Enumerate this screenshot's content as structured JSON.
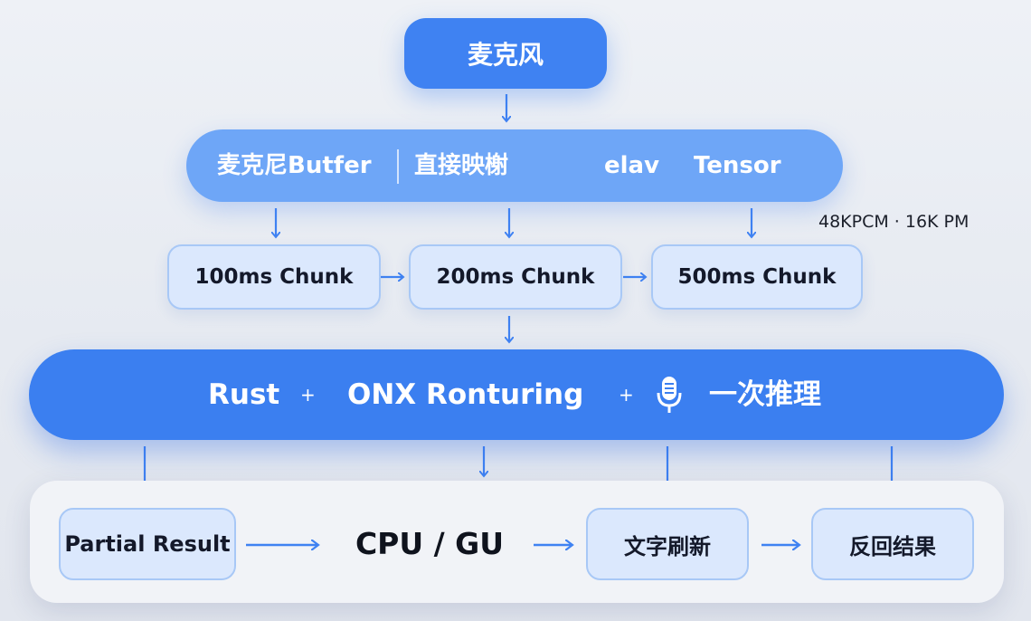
{
  "top_node": {
    "label": "麦克风"
  },
  "buffer_bar": {
    "items": [
      "麦克尼Butfer",
      "直接映榭",
      "elav",
      "Tensor"
    ]
  },
  "side_note": "48KPCM · 16K PM",
  "chunks": [
    "100ms Chunk",
    "200ms Chunk",
    "500ms Chunk"
  ],
  "engine_bar": {
    "part1": "Rust",
    "plus": "+",
    "part2": "ONX Ronturing",
    "icon": "microphone-icon",
    "part3": "一次推理"
  },
  "results": {
    "partial": "Partial Result",
    "cpu": "CPU / GU",
    "refresh": "文字刷新",
    "final": "反回结果"
  },
  "colors": {
    "primary": "#3b7ff0",
    "light_bar": "#6ea6f7",
    "box_fill": "#dbe8fd",
    "box_border": "#a8c8f6",
    "arrow": "#3f82f2"
  }
}
